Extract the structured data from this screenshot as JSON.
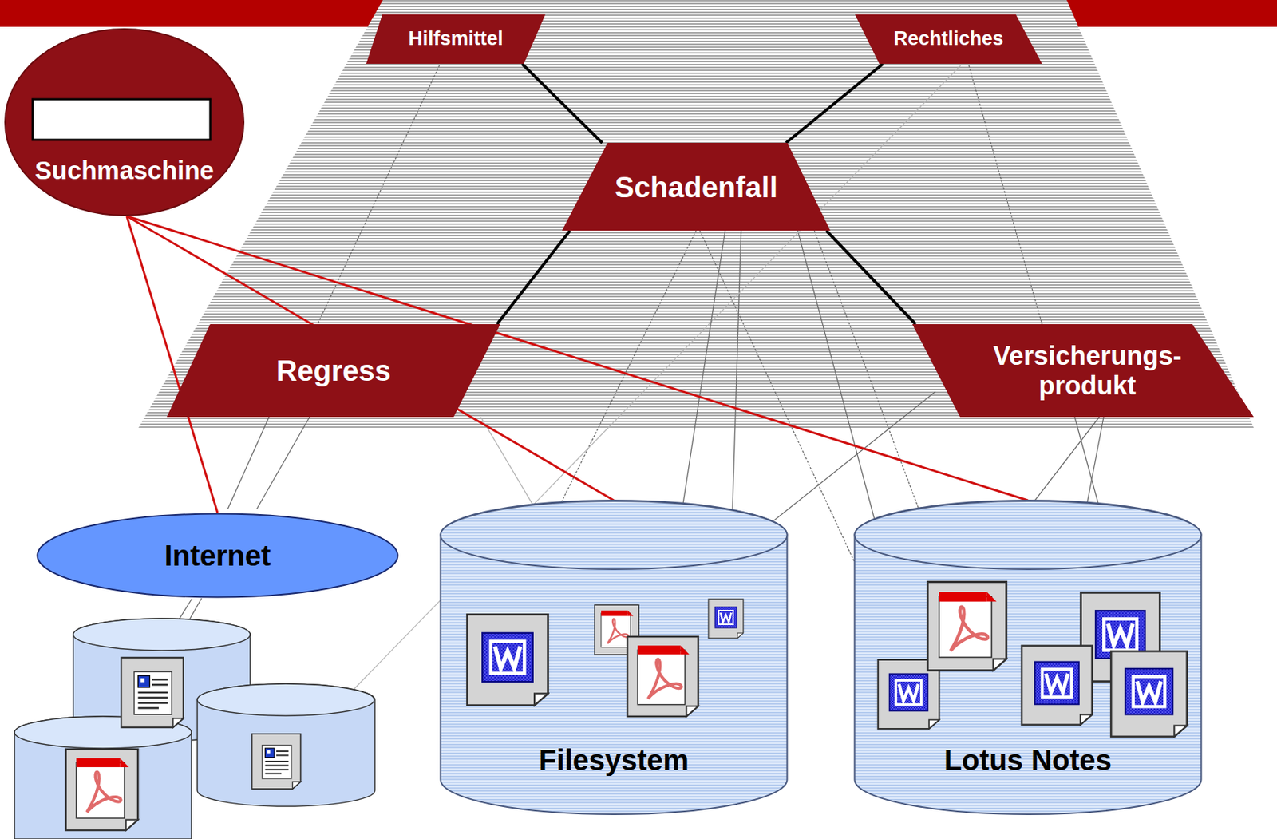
{
  "diagram": {
    "nodes": [
      {
        "text": [
          "Hilfsmittel"
        ]
      },
      {
        "text": [
          "Rechtliches"
        ]
      },
      {
        "text": [
          "Suchmaschine"
        ]
      },
      {
        "text": [
          "Schadenfall"
        ]
      },
      {
        "text": [
          "Regress"
        ]
      },
      {
        "text": [
          "Versicherungs- produkt"
        ]
      },
      {
        "text": [
          "Internet"
        ]
      },
      {
        "text": [
          "Filesystem"
        ]
      },
      {
        "text": [
          "Lotus Notes"
        ]
      }
    ],
    "edges": [
      {
        "from": 3,
        "to": 0,
        "arrow": "none"
      },
      {
        "from": 3,
        "to": 1,
        "arrow": "none"
      },
      {
        "from": 3,
        "to": 4,
        "arrow": "none"
      },
      {
        "from": 3,
        "to": 5,
        "arrow": "none"
      },
      {
        "from": 2,
        "to": 6,
        "arrow": "none"
      },
      {
        "from": 2,
        "to": 7,
        "arrow": "none"
      },
      {
        "from": 2,
        "to": 8,
        "arrow": "none"
      }
    ]
  }
}
